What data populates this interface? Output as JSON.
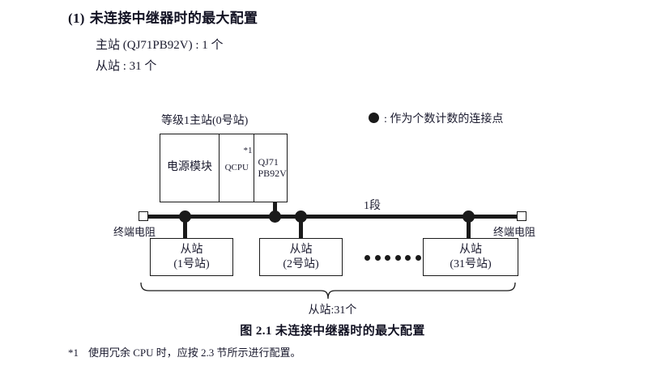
{
  "section": {
    "number": "(1)",
    "title": "未连接中继器时的最大配置",
    "spec_lines": [
      "主站 (QJ71PB92V) : 1 个",
      "从站 : 31 个"
    ]
  },
  "legend": {
    "symbol": "filled-circle",
    "text": ": 作为个数计数的连接点"
  },
  "diagram": {
    "master": {
      "label": "等级1主站(0号站)",
      "cells": [
        {
          "text": "电源模块"
        },
        {
          "text": "QCPU",
          "superscript": "*1"
        },
        {
          "line1": "QJ71",
          "line2": "PB92V"
        }
      ]
    },
    "bus": {
      "segment_label": "1段",
      "terminator_left": "终端电阻",
      "terminator_right": "终端电阻"
    },
    "slaves": [
      {
        "line1": "从站",
        "line2": "(1号站)"
      },
      {
        "line1": "从站",
        "line2": "(2号站)"
      },
      {
        "line1": "从站",
        "line2": "(31号站)"
      }
    ],
    "ellipsis_count": 6,
    "brace_label": "从站:31个"
  },
  "caption": "图 2.1  未连接中继器时的最大配置",
  "footnote": {
    "mark": "*1",
    "text": "使用冗余 CPU 时，应按 2.3 节所示进行配置。"
  },
  "colors": {
    "ink": "#1a1a2e",
    "line": "#1a1a1a",
    "background": "#ffffff"
  }
}
